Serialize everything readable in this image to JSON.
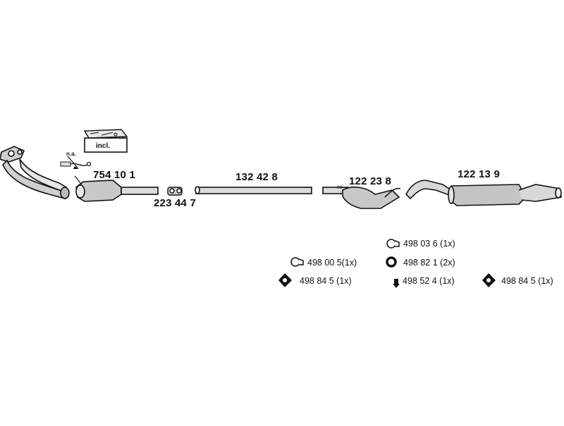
{
  "labels": {
    "na": "n.a.",
    "incl": "incl.",
    "part_754101": "754 10 1",
    "part_223447": "223 44 7",
    "part_132428": "132 42 8",
    "part_122238": "122 23 8",
    "part_122139": "122 13 9"
  },
  "accessories": [
    {
      "id": "498036",
      "label": "498 03 6",
      "qty": "(1x)"
    },
    {
      "id": "498005",
      "label": "498 00 5",
      "qty": "(1x)"
    },
    {
      "id": "498821",
      "label": "498 82 1",
      "qty": "(2x)"
    },
    {
      "id": "498845a",
      "label": "498 84 5",
      "qty": "(1x)"
    },
    {
      "id": "498524",
      "label": "498 52 4",
      "qty": "(1x)"
    },
    {
      "id": "498845b",
      "label": "498 84 5",
      "qty": "(1x)"
    }
  ]
}
